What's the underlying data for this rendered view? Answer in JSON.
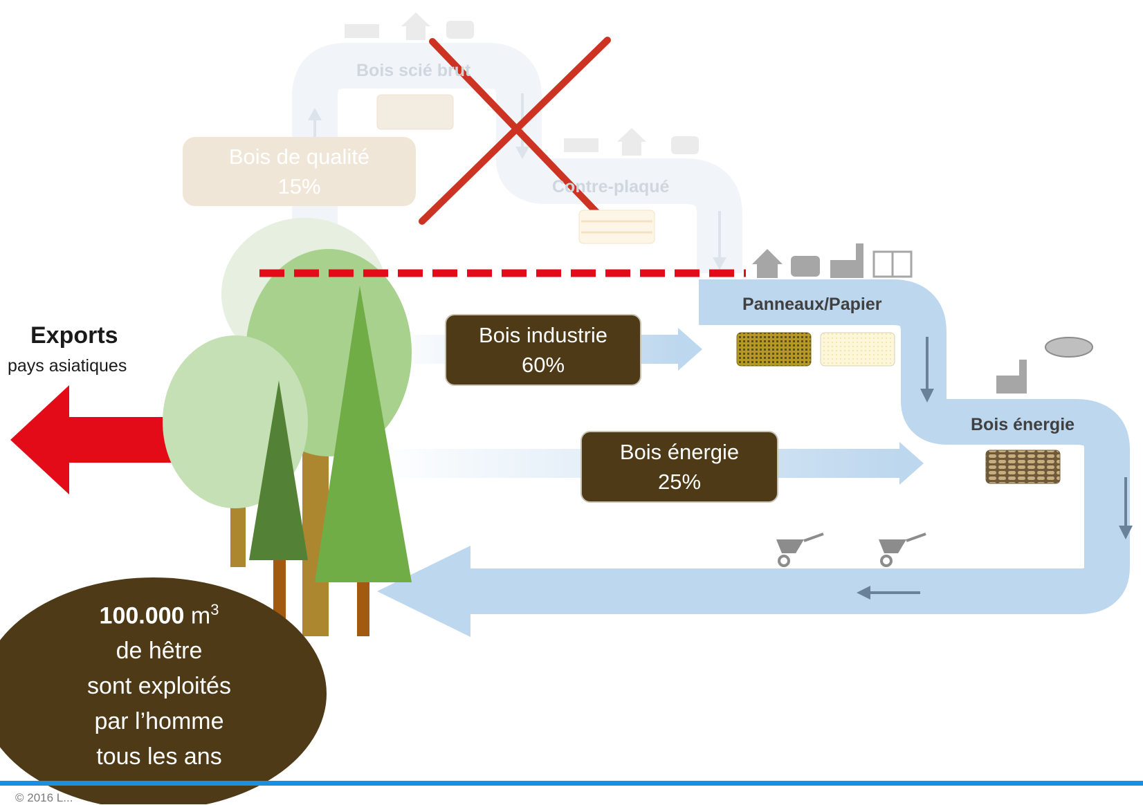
{
  "exports": {
    "title": "Exports",
    "subtitle": "pays asiatiques"
  },
  "streams": {
    "quality": {
      "label": "Bois de qualité",
      "pct": "15%"
    },
    "industry": {
      "label": "Bois industrie",
      "pct": "60%"
    },
    "energy": {
      "label": "Bois énergie",
      "pct": "25%"
    }
  },
  "stages": {
    "sawn": "Bois scié brut",
    "plywood": "Contre-plaqué",
    "panels": "Panneaux/Papier",
    "energy": "Bois énergie"
  },
  "stat": {
    "amount": "100.000",
    "unit": "m",
    "unit_exp": "3",
    "line1": "de hêtre",
    "line2": "sont exploités",
    "line3": "par l’homme",
    "line4": "tous les ans"
  },
  "footer": {
    "copyright": "© 2016 L..."
  },
  "colors": {
    "flow": "#bdd7ee",
    "flow_faded": "#f1f5f9",
    "brown_box": "#4e3a17",
    "export_arrow": "#e30b17",
    "cross": "#cc3322",
    "dashed_line": "#e30b17",
    "bottom_bar": "#1a8fe0"
  }
}
